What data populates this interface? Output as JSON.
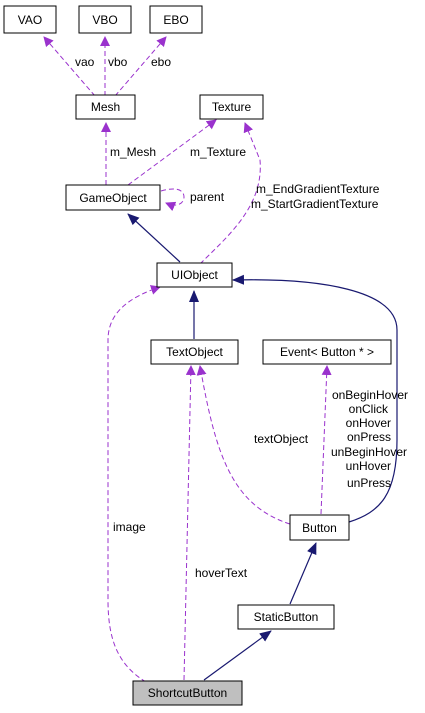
{
  "colors": {
    "usage_edge": "#9a32cd",
    "inheritance_edge": "#191970",
    "focus_node_fill": "#bfbfbf"
  },
  "nodes": {
    "vao": "VAO",
    "vbo": "VBO",
    "ebo": "EBO",
    "mesh": "Mesh",
    "texture": "Texture",
    "gameobject": "GameObject",
    "uiobject": "UIObject",
    "textobject": "TextObject",
    "event": "Event< Button * >",
    "button": "Button",
    "staticbutton": "StaticButton",
    "shortcutbutton": "ShortcutButton"
  },
  "edge_labels": {
    "vao": "vao",
    "vbo": "vbo",
    "ebo": "ebo",
    "m_mesh": "m_Mesh",
    "m_texture": "m_Texture",
    "parent": "parent",
    "gradient": [
      "m_EndGradientTexture",
      "m_StartGradientTexture"
    ],
    "textobject": "textObject",
    "events": [
      "onBeginHover",
      "onClick",
      "onHover",
      "onPress",
      "unBeginHover",
      "unHover",
      "unPress"
    ],
    "image": "image",
    "hovertext": "hoverText"
  }
}
